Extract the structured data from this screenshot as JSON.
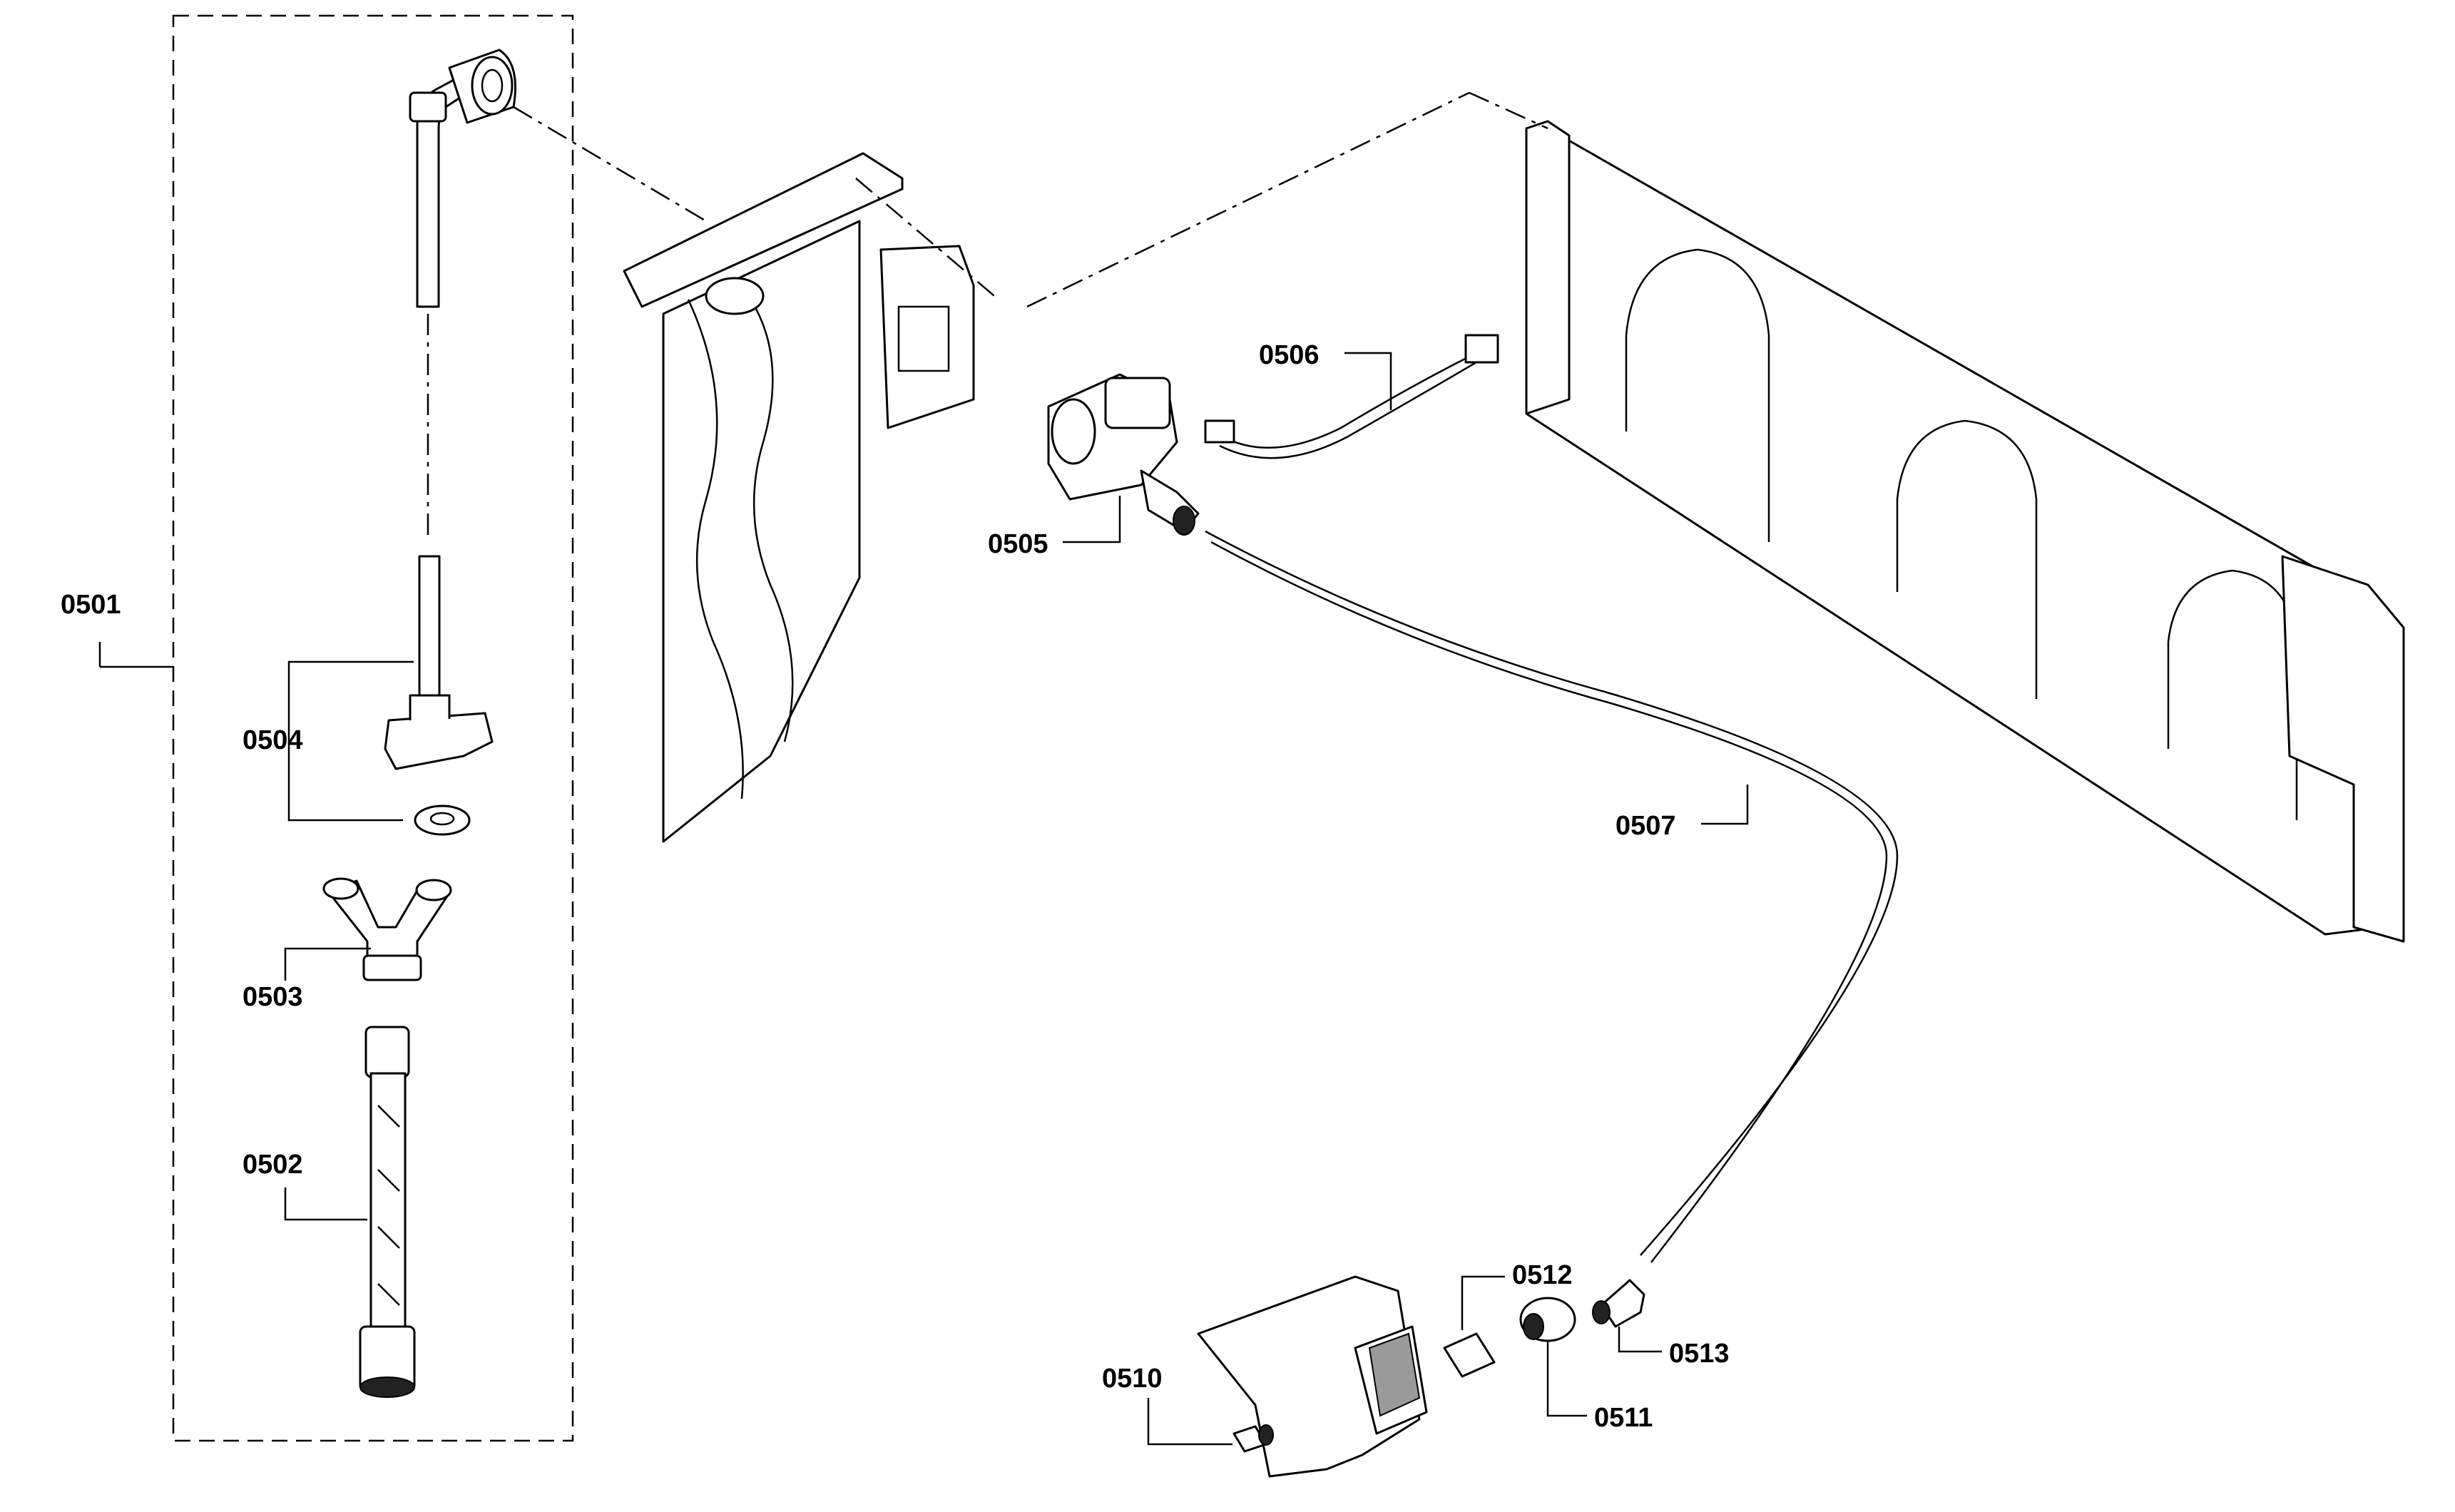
{
  "callouts": {
    "c0501": "0501",
    "c0502": "0502",
    "c0503": "0503",
    "c0504": "0504",
    "c0505": "0505",
    "c0506": "0506",
    "c0507": "0507",
    "c0510": "0510",
    "c0511": "0511",
    "c0512": "0512",
    "c0513": "0513"
  }
}
